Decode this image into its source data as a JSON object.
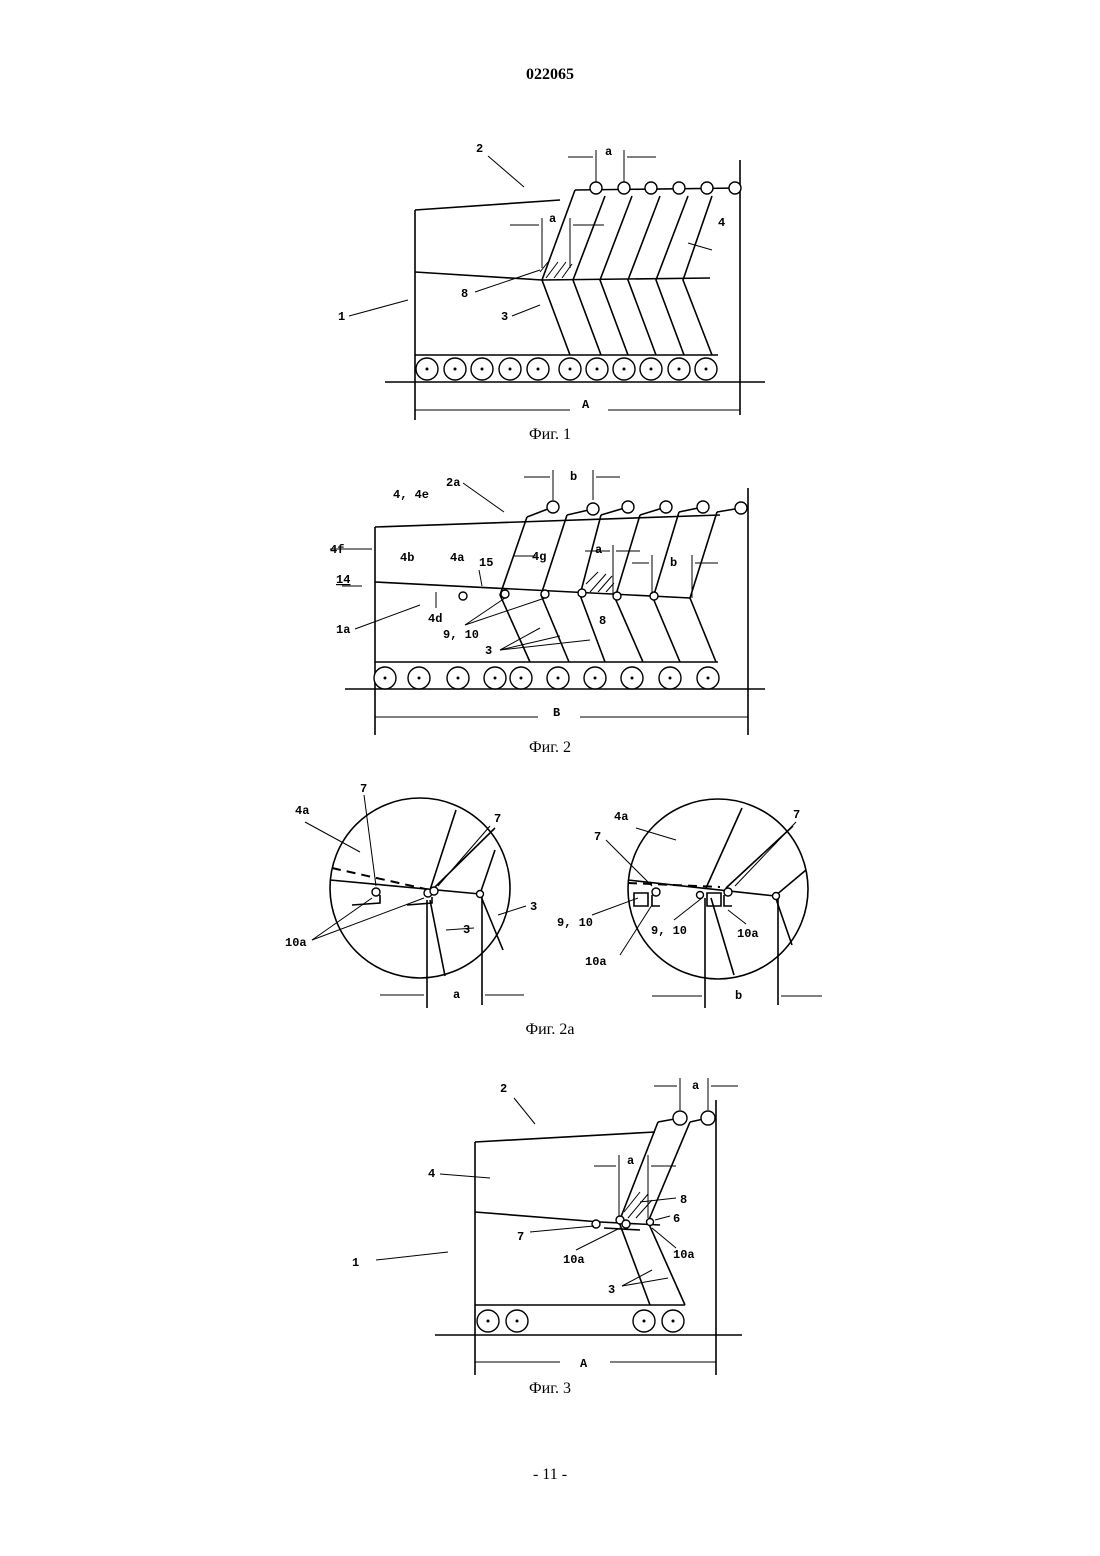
{
  "header": {
    "doc_number": "022065"
  },
  "figures": {
    "fig1": {
      "caption": "Фиг. 1",
      "labels": {
        "n2": "2",
        "a_top": "a",
        "a_mid": "a",
        "n4": "4",
        "n8": "8",
        "n1": "1",
        "n3": "3",
        "A": "A"
      }
    },
    "fig2": {
      "caption": "Фиг. 2",
      "labels": {
        "n2a": "2a",
        "b_top": "b",
        "n4_4e": "4, 4e",
        "n4f": "4f",
        "n4b": "4b",
        "n4a": "4a",
        "n15": "15",
        "n4g": "4g",
        "a_mid": "a",
        "b_mid": "b",
        "n14": "14",
        "n4d": "4d",
        "n1a": "1a",
        "n9_10": "9, 10",
        "n8": "8",
        "n3": "3",
        "B": "B"
      }
    },
    "fig2a": {
      "caption": "Фиг. 2a",
      "labels": {
        "n7_l1": "7",
        "n4a_l": "4a",
        "n7_l2": "7",
        "n10a_l": "10a",
        "n3_l1": "3",
        "n3_l2": "3",
        "a_dim": "a",
        "n4a_r": "4a",
        "n7_r1": "7",
        "n7_r2": "7",
        "n9_10_r1": "9, 10",
        "n9_10_r2": "9, 10",
        "n10a_r1": "10a",
        "n10a_r2": "10a",
        "b_dim": "b"
      }
    },
    "fig3": {
      "caption": "Фиг. 3",
      "labels": {
        "n2": "2",
        "a_top": "a",
        "a_mid": "a",
        "n4": "4",
        "n8": "8",
        "n6": "6",
        "n7": "7",
        "n10a_1": "10a",
        "n10a_2": "10a",
        "n1": "1",
        "n3": "3",
        "A": "A"
      }
    }
  },
  "footer": {
    "page_number": "- 11 -"
  }
}
